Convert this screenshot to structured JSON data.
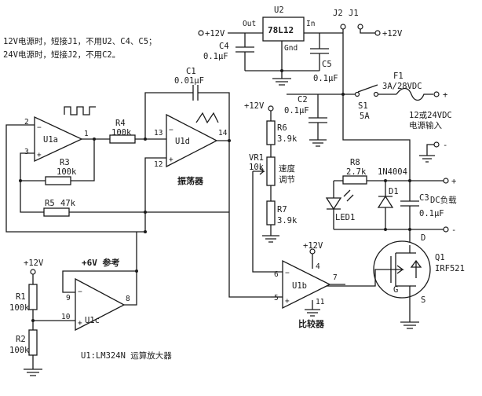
{
  "notes": {
    "line1": "12V电源时，短接J1，不用U2、C4、C5；",
    "line2": "24V电源时，短接J2，不用C2。"
  },
  "footer": "U1:LM324N 运算放大器",
  "supply": {
    "plus12": "+12V",
    "input_label_1": "12或24VDC",
    "input_label_2": "电源输入",
    "plus": "+",
    "minus": "-"
  },
  "load": {
    "label": "DC负载",
    "plus": "+",
    "minus": "-"
  },
  "components": {
    "U2": {
      "ref": "U2",
      "part": "78L12",
      "out": "Out",
      "in": "In",
      "gnd": "Gnd"
    },
    "J1": "J1",
    "J2": "J2",
    "C4": {
      "ref": "C4",
      "value": "0.1μF"
    },
    "C5": {
      "ref": "C5",
      "value": "0.1μF"
    },
    "C2": {
      "ref": "C2",
      "value": "0.1μF"
    },
    "C1": {
      "ref": "C1",
      "value": "0.01μF"
    },
    "C3": {
      "ref": "C3",
      "value": "0.1μF"
    },
    "F1": {
      "ref": "F1",
      "value": "3A/28VDC"
    },
    "S1": {
      "ref": "S1",
      "value": "5A"
    },
    "R1": {
      "ref": "R1",
      "value": "100k"
    },
    "R2": {
      "ref": "R2",
      "value": "100k"
    },
    "R3": {
      "ref": "R3",
      "value": "100k"
    },
    "R4": {
      "ref": "R4",
      "value": "100k"
    },
    "R5": {
      "ref": "R5",
      "value": "47k"
    },
    "R6": {
      "ref": "R6",
      "value": "3.9k"
    },
    "R7": {
      "ref": "R7",
      "value": "3.9k"
    },
    "R8": {
      "ref": "R8",
      "value": "2.7k"
    },
    "VR1": {
      "ref": "VR1",
      "value": "10k",
      "label_1": "速度",
      "label_2": "调节"
    },
    "D1": {
      "ref": "D1",
      "part": "1N4004"
    },
    "LED1": "LED1",
    "Q1": {
      "ref": "Q1",
      "part": "IRF521",
      "D": "D",
      "G": "G",
      "S": "S"
    },
    "U1a": {
      "ref": "U1a",
      "pins": [
        "2",
        "3",
        "1"
      ]
    },
    "U1d": {
      "ref": "U1d",
      "pins": [
        "13",
        "12",
        "14"
      ],
      "label": "振荡器"
    },
    "U1c": {
      "ref": "U1c",
      "pins": [
        "9",
        "10",
        "8"
      ],
      "ref_label": "+6V 参考"
    },
    "U1b": {
      "ref": "U1b",
      "pins": [
        "6",
        "5",
        "7",
        "4",
        "11"
      ],
      "label": "比较器"
    }
  }
}
